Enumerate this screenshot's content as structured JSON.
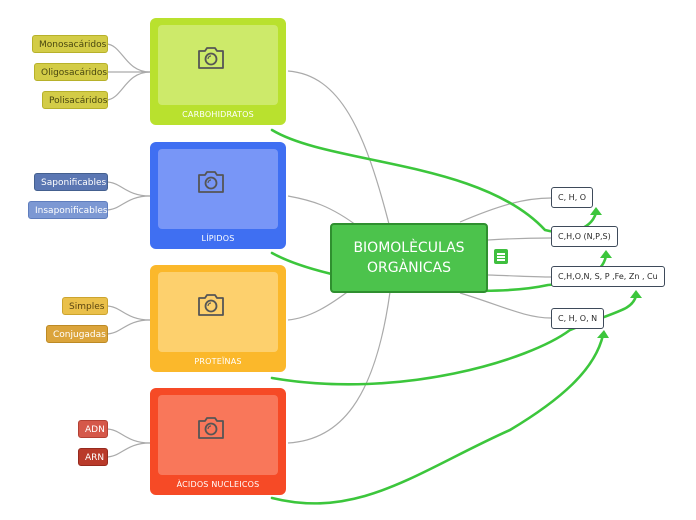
{
  "central": {
    "line1": "BIOMOLÈCULAS",
    "line2": "ORGÀNICAS"
  },
  "categories": [
    {
      "label": "CARBOHIDRATOS",
      "color": "#b9e12e",
      "photo": "#cdea6a",
      "subs": [
        "Monosacáridos",
        "Oligosacáridos",
        "Polisacáridos"
      ]
    },
    {
      "label": "LÍPIDOS",
      "color": "#3f6ff2",
      "photo": "#7896f7",
      "subs": [
        "Saponificables",
        "Insaponificables"
      ]
    },
    {
      "label": "PROTEÏNAS",
      "color": "#fbb82b",
      "photo": "#fdd06d",
      "subs": [
        "Simples",
        "Conjugadas"
      ]
    },
    {
      "label": "ÀCIDOS NUCLEICOS",
      "color": "#f64a26",
      "photo": "#f9775a",
      "subs": [
        "ADN",
        "ARN"
      ]
    }
  ],
  "elements": [
    "C, H, O",
    "C,H,O (N,P,S)",
    "C,H,O,N, S, P ,Fe, Zn , Cu",
    "C, H, O, N"
  ],
  "icons": {
    "photo": "camera-icon",
    "note": "notes-icon"
  },
  "colors": {
    "arrow": "#3cc63c",
    "branch": "#aaaaaa"
  }
}
